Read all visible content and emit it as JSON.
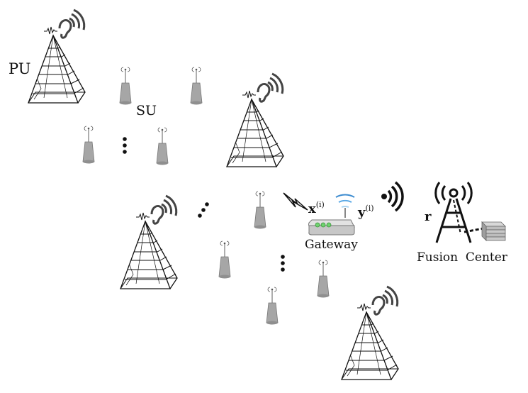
{
  "labels": {
    "pu": "PU",
    "su": "SU",
    "x_base": "x",
    "x_sup": "(i)",
    "y_base": "y",
    "y_sup": "(i)",
    "gateway": "Gateway",
    "r": "r",
    "fusion_center": "Fusion  Center"
  },
  "colors": {
    "ink": "#111111",
    "antenna_body": "#a6a6a6",
    "led": "#6fd36f",
    "wifi": "#5aa9e6"
  },
  "icons": {
    "primary_user": "transmission-tower-with-ear-icon",
    "secondary_user": "sensor-antenna-icon",
    "gateway": "wifi-router-icon",
    "fusion_center": "radio-mast-icon",
    "server": "server-stack-icon"
  }
}
